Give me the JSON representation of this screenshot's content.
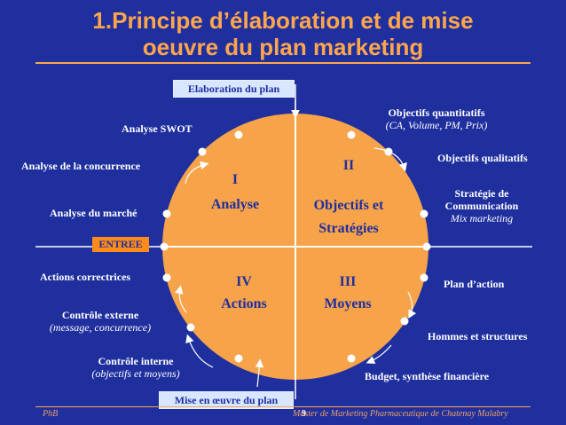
{
  "title": "1.Principe d’élaboration et de mise oeuvre du plan marketing",
  "boxes": {
    "top": "Elaboration du plan",
    "bottom": "Mise en œuvre du plan",
    "entree": "ENTREE"
  },
  "quadrants": {
    "q1": {
      "num": "I",
      "label": "Analyse"
    },
    "q2": {
      "num": "II",
      "label1": "Objectifs et",
      "label2": "Stratégies"
    },
    "q3": {
      "num": "III",
      "label": "Moyens"
    },
    "q4": {
      "num": "IV",
      "label": "Actions"
    }
  },
  "left": {
    "swot": "Analyse SWOT",
    "concurrence": "Analyse de la concurrence",
    "marche": "Analyse du marché",
    "correctrices": "Actions correctrices",
    "externe": "Contrôle externe",
    "externe_sub": "(message, concurrence)",
    "interne": "Contrôle interne",
    "interne_sub": "(objectifs et moyens)"
  },
  "right": {
    "quanti": "Objectifs quantitatifs",
    "quanti_sub": "(CA, Volume, PM, Prix)",
    "quali": "Objectifs qualitatifs",
    "strat1": "Stratégie de",
    "strat2": "Communication",
    "strat_sub": "Mix marketing",
    "plan": "Plan d’action",
    "hommes": "Hommes et structures",
    "budget": "Budget, synthèse financière"
  },
  "footer": {
    "left": "PhB",
    "page": "9",
    "right": "Master de Marketing Pharmaceutique de Chatenay Malabry"
  },
  "colors": {
    "background": "#1f2f9e",
    "accent": "#ffa64d",
    "circle": "#f7a34a",
    "box": "#d8e6ff"
  }
}
